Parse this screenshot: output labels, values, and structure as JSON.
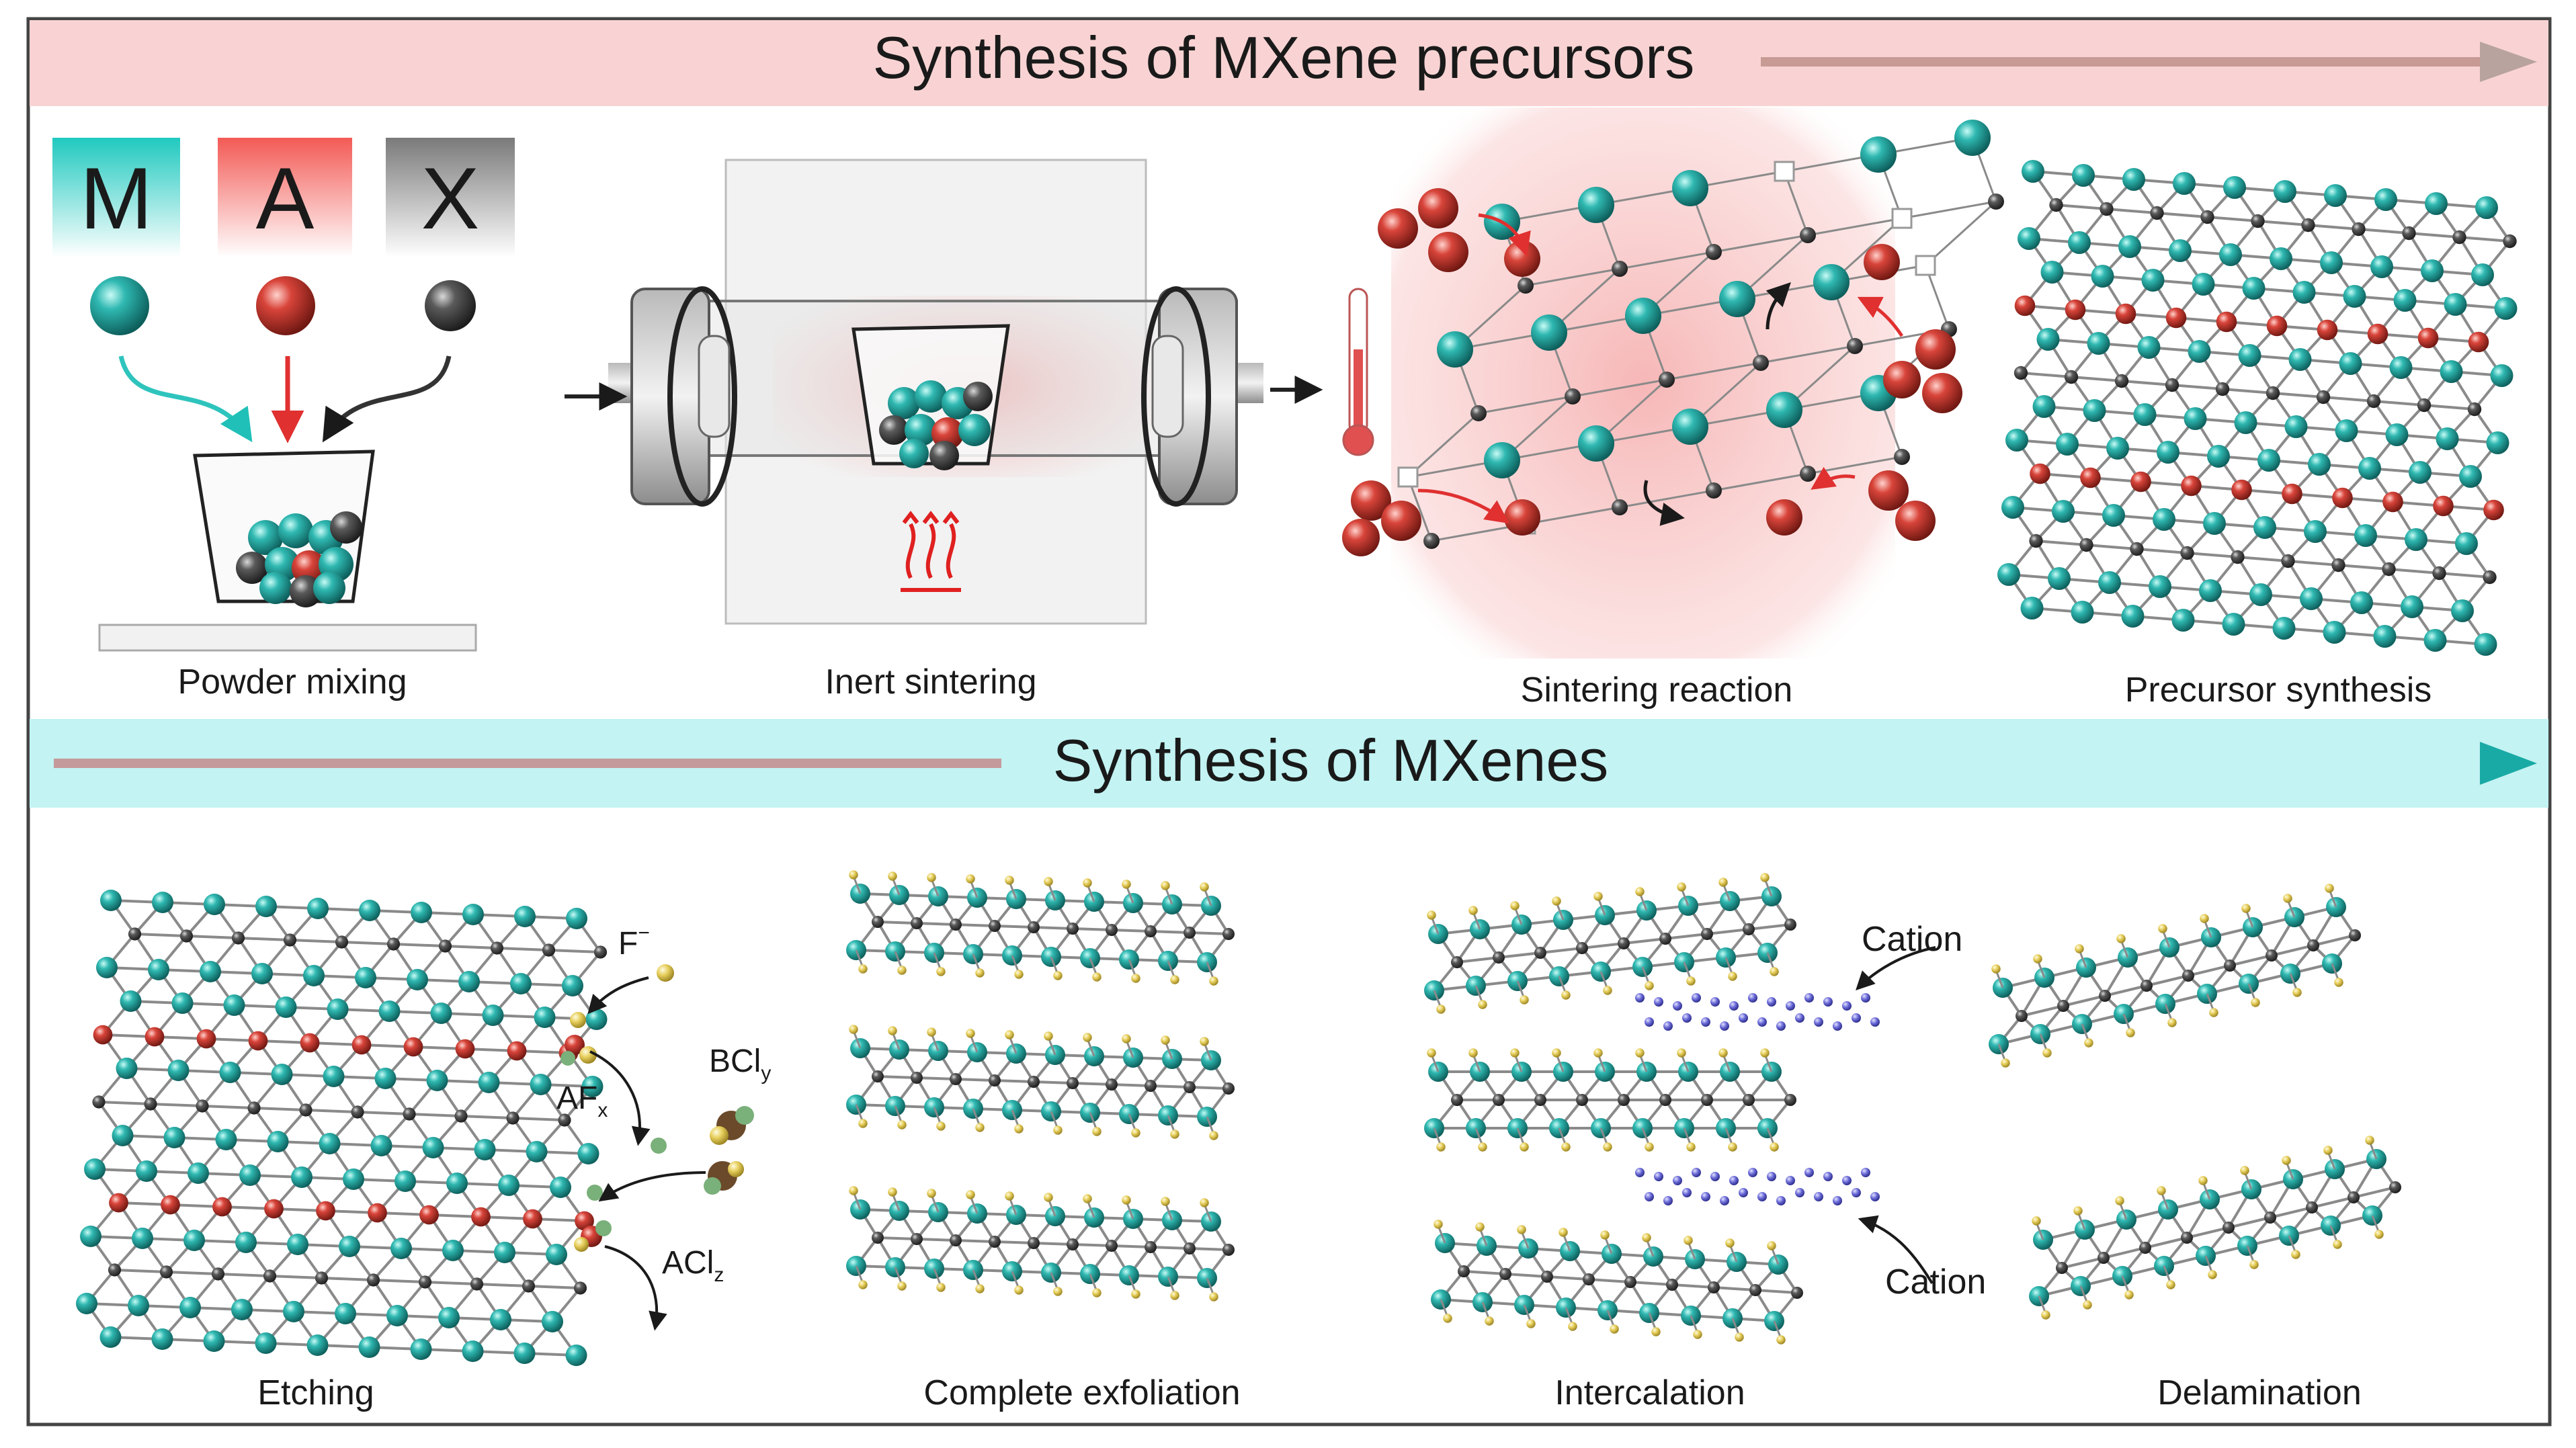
{
  "banners": {
    "top": "Synthesis of MXene precursors",
    "bottom": "Synthesis of MXenes"
  },
  "elements": {
    "m": "M",
    "a": "A",
    "x": "X"
  },
  "steps": {
    "powder_mixing": "Powder mixing",
    "inert_sintering": "Inert sintering",
    "sintering_reaction": "Sintering reaction",
    "precursor_synthesis": "Precursor synthesis",
    "etching": "Etching",
    "complete_exfoliation": "Complete exfoliation",
    "intercalation": "Intercalation",
    "delamination": "Delamination"
  },
  "reagents": {
    "f_ion": "F",
    "f_sup": "−",
    "af": "AF",
    "af_sub": "x",
    "bcl": "BCl",
    "bcl_sub": "y",
    "acl": "ACl",
    "acl_sub": "z",
    "cation_1": "Cation",
    "cation_2": "Cation"
  },
  "colors": {
    "m_atom": "#1f9e99",
    "a_atom": "#c8322b",
    "x_atom": "#4a4a4a",
    "terminal_atom": "#e8d46a",
    "cation": "#6a6ad8",
    "top_banner": "#f9d3d3",
    "bottom_banner": "#c3f3f3"
  }
}
